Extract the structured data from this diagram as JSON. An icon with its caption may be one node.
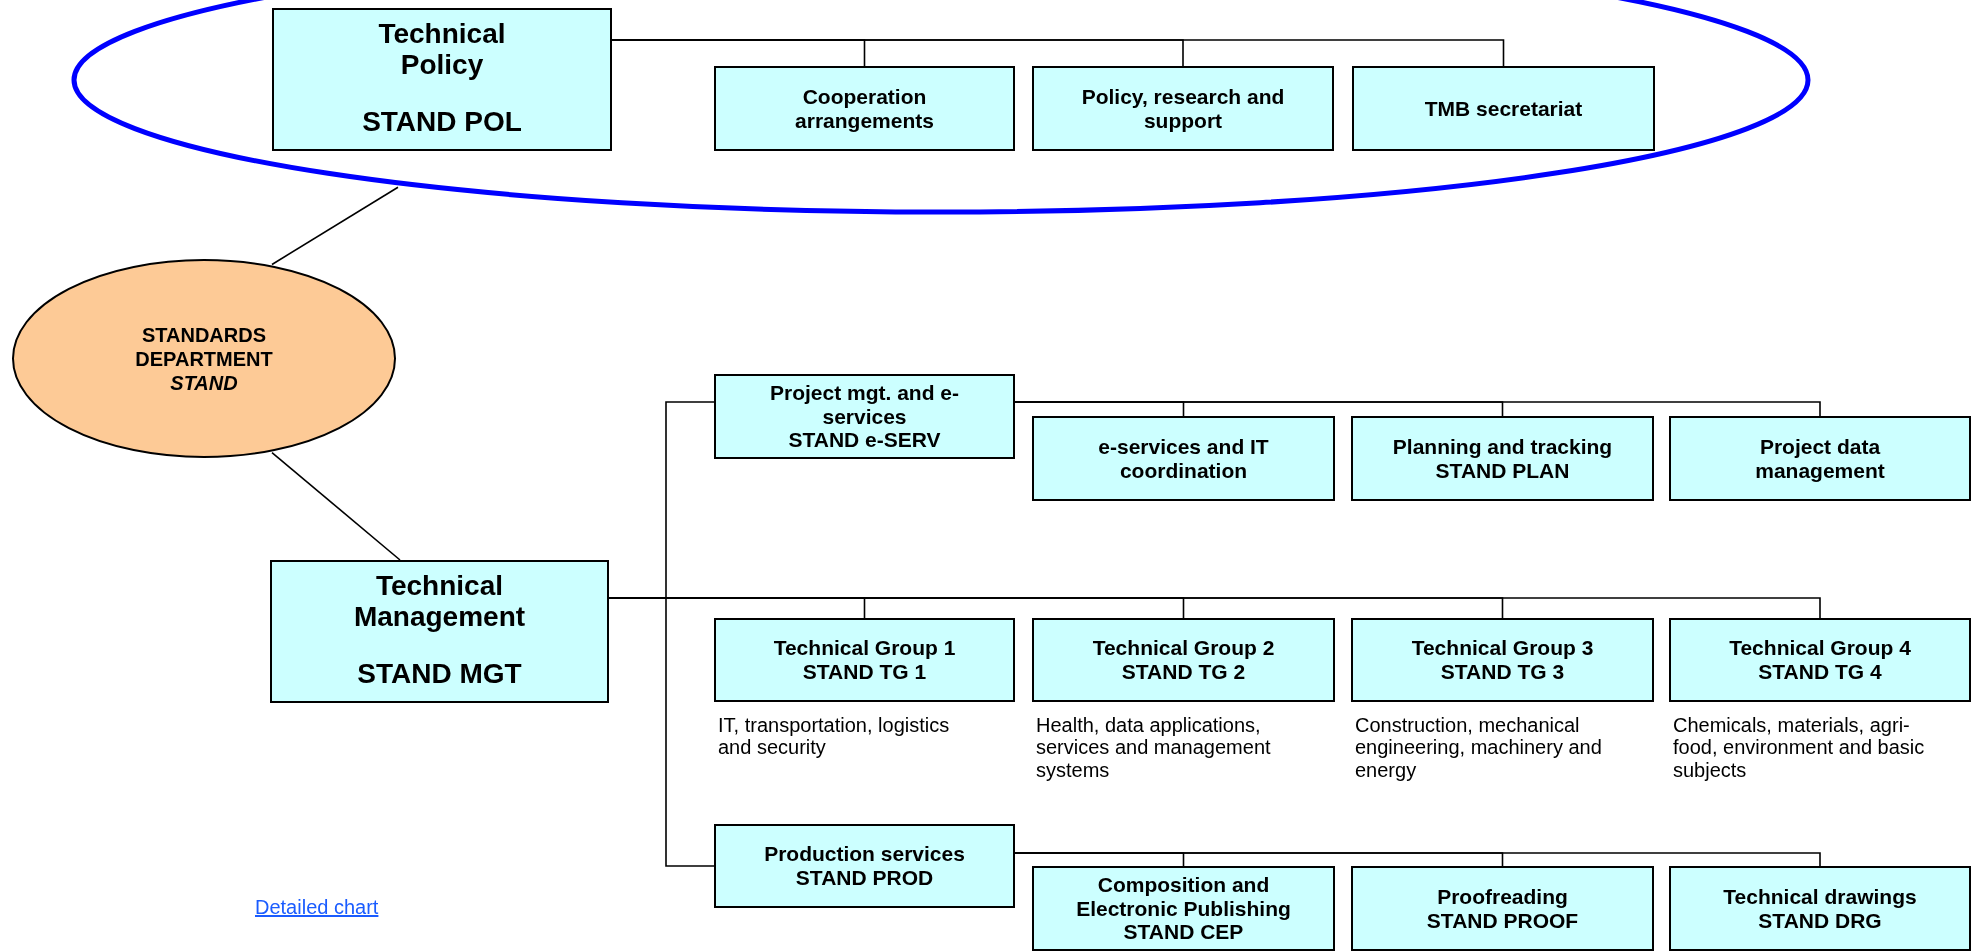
{
  "diagram": {
    "nodes": [
      {
        "text": [],
        "shape": "ellipse"
      },
      {
        "text": [
          "Technical Policy",
          "STAND POL"
        ],
        "in": 0
      },
      {
        "text": [
          "Cooperation arrangements"
        ],
        "in": 0
      },
      {
        "text": [
          "Policy, research and support"
        ],
        "in": 0
      },
      {
        "text": [
          "TMB secretariat"
        ],
        "in": 0
      },
      {
        "text": [
          "STANDARDS DEPARTMENT",
          "STAND"
        ]
      },
      {
        "text": [
          "Technical Management",
          "STAND MGT"
        ]
      },
      {
        "text": [
          "Project mgt. and e-services",
          "STAND e-SERV"
        ]
      },
      {
        "text": [
          "e-services and IT coordination"
        ]
      },
      {
        "text": [
          "Planning and tracking",
          "STAND PLAN"
        ]
      },
      {
        "text": [
          "Project data management"
        ]
      },
      {
        "text": [
          "Technical Group 1",
          "STAND TG 1"
        ],
        "beside": [
          "IT, transportation, logistics and security"
        ]
      },
      {
        "text": [
          "Technical Group 2",
          "STAND TG 2"
        ],
        "beside": [
          "Health, data applications, services and management systems"
        ]
      },
      {
        "text": [
          "Technical Group 3",
          "STAND TG 3"
        ],
        "beside": [
          "Construction, mechanical engineering, machinery and energy"
        ]
      },
      {
        "text": [
          "Technical Group 4",
          "STAND TG 4"
        ],
        "beside": [
          "Chemicals, materials, agri-food, environment and basic subjects"
        ]
      },
      {
        "text": [
          "Production services",
          "STAND PROD"
        ]
      },
      {
        "text": [
          "Composition and Electronic Publishing",
          "STAND CEP"
        ]
      },
      {
        "text": [
          "Proofreading",
          "STAND PROOF"
        ]
      },
      {
        "text": [
          "Technical drawings",
          "STAND DRG"
        ]
      }
    ],
    "edges": [
      {
        "from": 5,
        "to": 0,
        "arrow": "none"
      },
      {
        "from": 5,
        "to": 6,
        "arrow": "none"
      },
      {
        "from": 1,
        "to": 2,
        "arrow": "none"
      },
      {
        "from": 1,
        "to": 3,
        "arrow": "none"
      },
      {
        "from": 1,
        "to": 4,
        "arrow": "none"
      },
      {
        "from": 6,
        "to": 7,
        "arrow": "none"
      },
      {
        "from": 6,
        "to": 11,
        "arrow": "none"
      },
      {
        "from": 6,
        "to": 12,
        "arrow": "none"
      },
      {
        "from": 6,
        "to": 13,
        "arrow": "none"
      },
      {
        "from": 6,
        "to": 14,
        "arrow": "none"
      },
      {
        "from": 6,
        "to": 15,
        "arrow": "none"
      },
      {
        "from": 7,
        "to": 8,
        "arrow": "none"
      },
      {
        "from": 7,
        "to": 9,
        "arrow": "none"
      },
      {
        "from": 7,
        "to": 10,
        "arrow": "none"
      },
      {
        "from": 15,
        "to": 16,
        "arrow": "none"
      },
      {
        "from": 15,
        "to": 17,
        "arrow": "none"
      },
      {
        "from": 15,
        "to": 18,
        "arrow": "none"
      }
    ],
    "labels": [
      "Detailed chart"
    ]
  }
}
